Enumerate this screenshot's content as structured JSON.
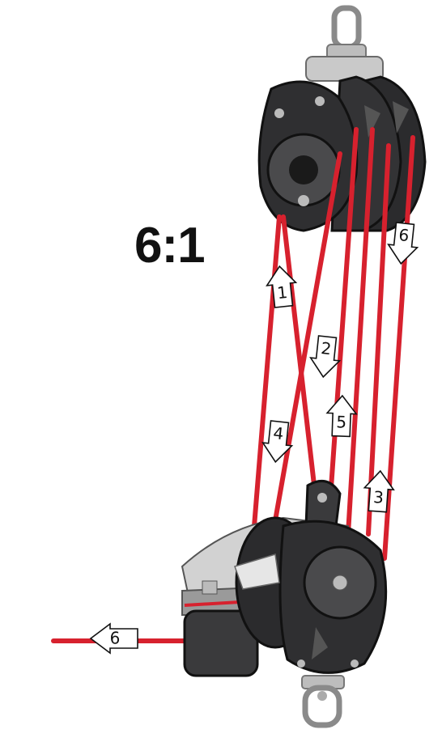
{
  "ratio_label": "6:1",
  "rope_color": "#d7212e",
  "block_color": "#2b2b2d",
  "arrows": [
    {
      "label": "1",
      "direction": "up"
    },
    {
      "label": "2",
      "direction": "down"
    },
    {
      "label": "3",
      "direction": "up"
    },
    {
      "label": "4",
      "direction": "down"
    },
    {
      "label": "5",
      "direction": "up"
    },
    {
      "label": "6",
      "direction": "down"
    },
    {
      "label": "6",
      "direction": "left"
    }
  ]
}
